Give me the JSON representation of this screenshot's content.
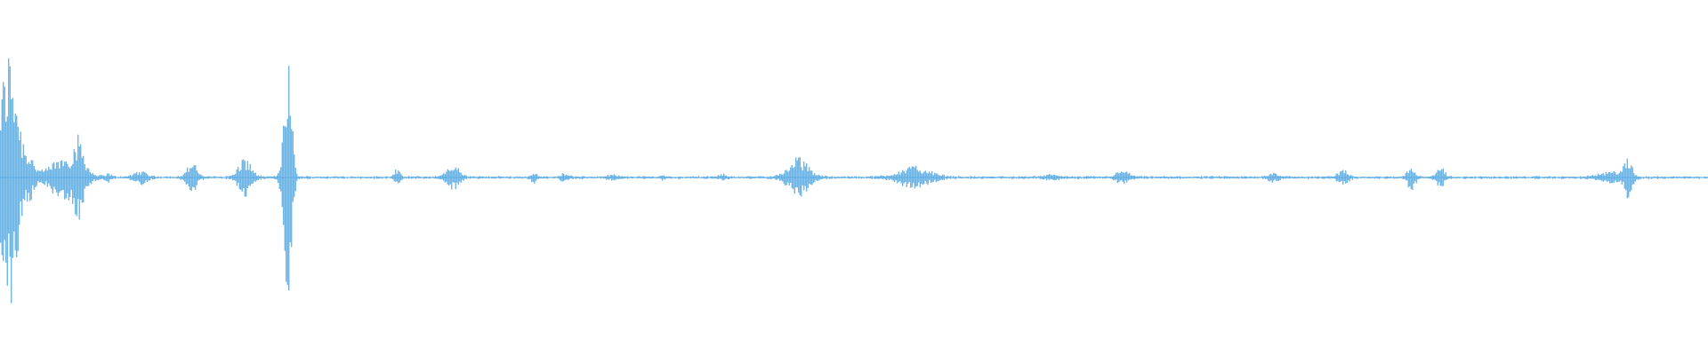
{
  "waveform": {
    "color": "#5aabe3",
    "background": "#ffffff",
    "amplitude_scale": 1.0,
    "bursts": [
      {
        "t": 0.0,
        "w": 0.002,
        "a": 0.24
      },
      {
        "t": 0.002,
        "w": 0.003,
        "a": 0.32
      },
      {
        "t": 0.005,
        "w": 0.003,
        "a": 0.48
      },
      {
        "t": 0.008,
        "w": 0.003,
        "a": 0.34
      },
      {
        "t": 0.011,
        "w": 0.004,
        "a": 0.22
      },
      {
        "t": 0.017,
        "w": 0.004,
        "a": 0.12
      },
      {
        "t": 0.038,
        "w": 0.012,
        "a": 0.12
      },
      {
        "t": 0.046,
        "w": 0.004,
        "a": 0.16
      },
      {
        "t": 0.063,
        "w": 0.002,
        "a": 0.02
      },
      {
        "t": 0.082,
        "w": 0.005,
        "a": 0.035
      },
      {
        "t": 0.112,
        "w": 0.004,
        "a": 0.08
      },
      {
        "t": 0.143,
        "w": 0.005,
        "a": 0.11
      },
      {
        "t": 0.168,
        "w": 0.003,
        "a": 0.78
      },
      {
        "t": 0.232,
        "w": 0.002,
        "a": 0.05
      },
      {
        "t": 0.265,
        "w": 0.005,
        "a": 0.07
      },
      {
        "t": 0.312,
        "w": 0.002,
        "a": 0.03
      },
      {
        "t": 0.33,
        "w": 0.003,
        "a": 0.025
      },
      {
        "t": 0.358,
        "w": 0.004,
        "a": 0.012
      },
      {
        "t": 0.388,
        "w": 0.002,
        "a": 0.01
      },
      {
        "t": 0.423,
        "w": 0.003,
        "a": 0.014
      },
      {
        "t": 0.467,
        "w": 0.008,
        "a": 0.11
      },
      {
        "t": 0.535,
        "w": 0.012,
        "a": 0.06
      },
      {
        "t": 0.615,
        "w": 0.006,
        "a": 0.012
      },
      {
        "t": 0.657,
        "w": 0.005,
        "a": 0.035
      },
      {
        "t": 0.745,
        "w": 0.004,
        "a": 0.028
      },
      {
        "t": 0.786,
        "w": 0.004,
        "a": 0.04
      },
      {
        "t": 0.826,
        "w": 0.003,
        "a": 0.07
      },
      {
        "t": 0.843,
        "w": 0.003,
        "a": 0.06
      },
      {
        "t": 0.944,
        "w": 0.01,
        "a": 0.03
      },
      {
        "t": 0.953,
        "w": 0.003,
        "a": 0.1
      }
    ]
  }
}
